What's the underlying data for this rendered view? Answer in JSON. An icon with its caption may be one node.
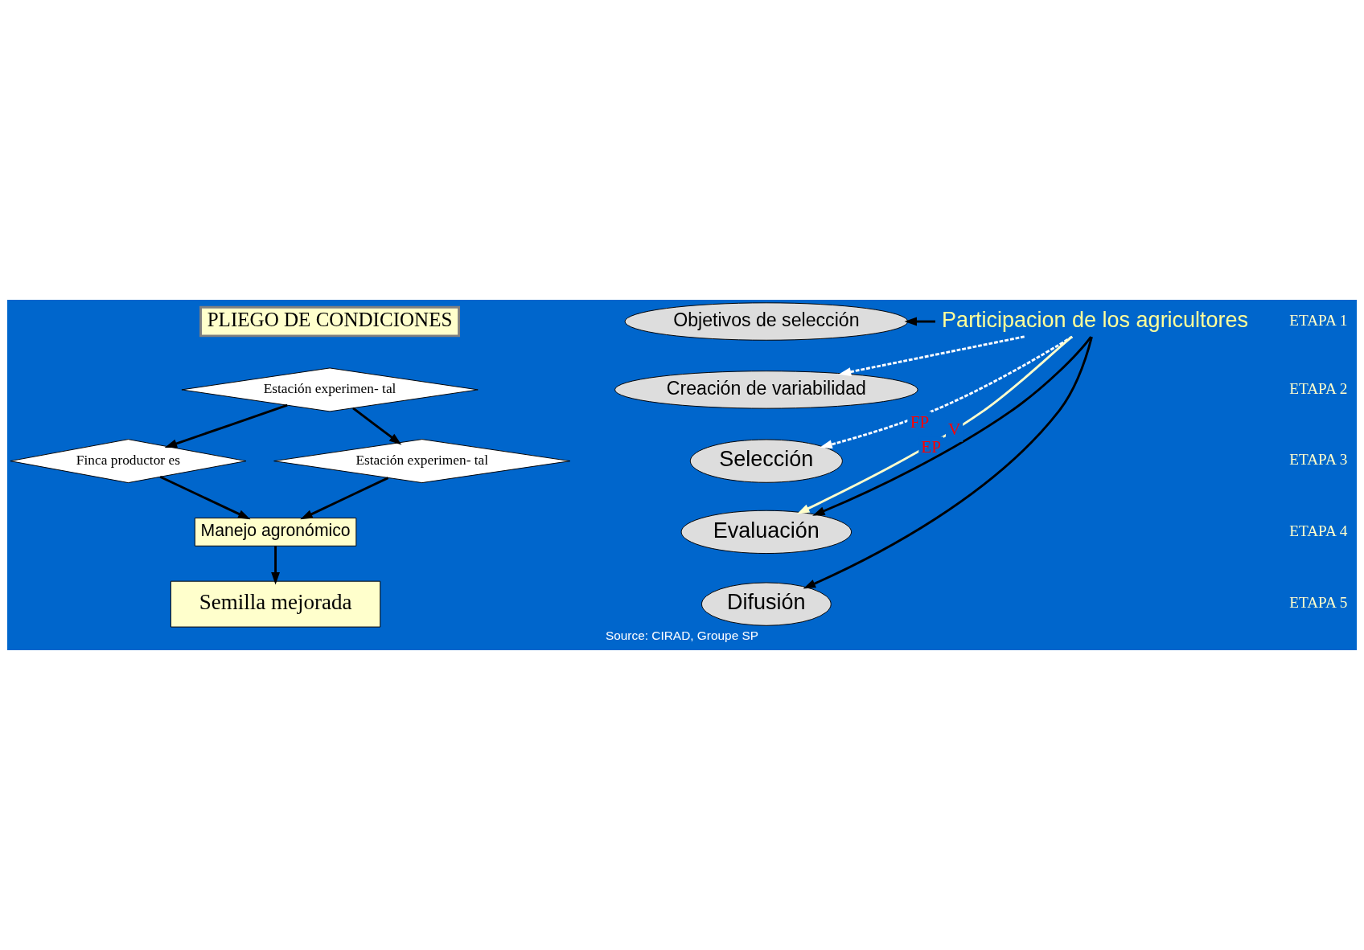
{
  "diagram": {
    "caption": "Source: CIRAD, Groupe SP",
    "nodes": [
      {
        "text": [
          "PLIEGO DE CONDICIONES"
        ]
      },
      {
        "text": [
          "Estación experimen- tal"
        ]
      },
      {
        "text": [
          "Finca productor es"
        ]
      },
      {
        "text": [
          "Estación experimen- tal"
        ]
      },
      {
        "text": [
          "Manejo agronómico"
        ]
      },
      {
        "text": [
          "Semilla mejorada"
        ]
      },
      {
        "text": [
          "Objetivos de selección"
        ]
      },
      {
        "text": [
          "Creación de variabilidad"
        ]
      },
      {
        "text": [
          "Selección"
        ]
      },
      {
        "text": [
          "Evaluación"
        ]
      },
      {
        "text": [
          "Difusión"
        ]
      },
      {
        "text": [
          "Participacion de los agricultores"
        ]
      }
    ],
    "edges": [
      {
        "from": 1,
        "to": 2,
        "arrow": "to"
      },
      {
        "from": 1,
        "to": 3,
        "arrow": "to"
      },
      {
        "from": 2,
        "to": 4,
        "arrow": "to"
      },
      {
        "from": 3,
        "to": 4,
        "arrow": "to"
      },
      {
        "from": 4,
        "to": 5,
        "arrow": "to"
      },
      {
        "from": 11,
        "to": 6,
        "arrow": "to"
      },
      {
        "from": 11,
        "to": 7,
        "arrow": "to",
        "style": "dashed",
        "color": "#ffffff"
      },
      {
        "from": 11,
        "to": 8,
        "arrow": "to",
        "label": "FP",
        "style": "dashed",
        "color": "#ffffff"
      },
      {
        "from": 11,
        "to": 9,
        "arrow": "to",
        "label": "EP",
        "color": "#ffffcc"
      },
      {
        "from": 11,
        "to": 9,
        "arrow": "to",
        "label": "V"
      },
      {
        "from": 11,
        "to": 10,
        "arrow": "to"
      }
    ],
    "labels": [
      "ETAPA 1",
      "ETAPA 2",
      "ETAPA 3",
      "ETAPA 4",
      "ETAPA 5"
    ]
  }
}
